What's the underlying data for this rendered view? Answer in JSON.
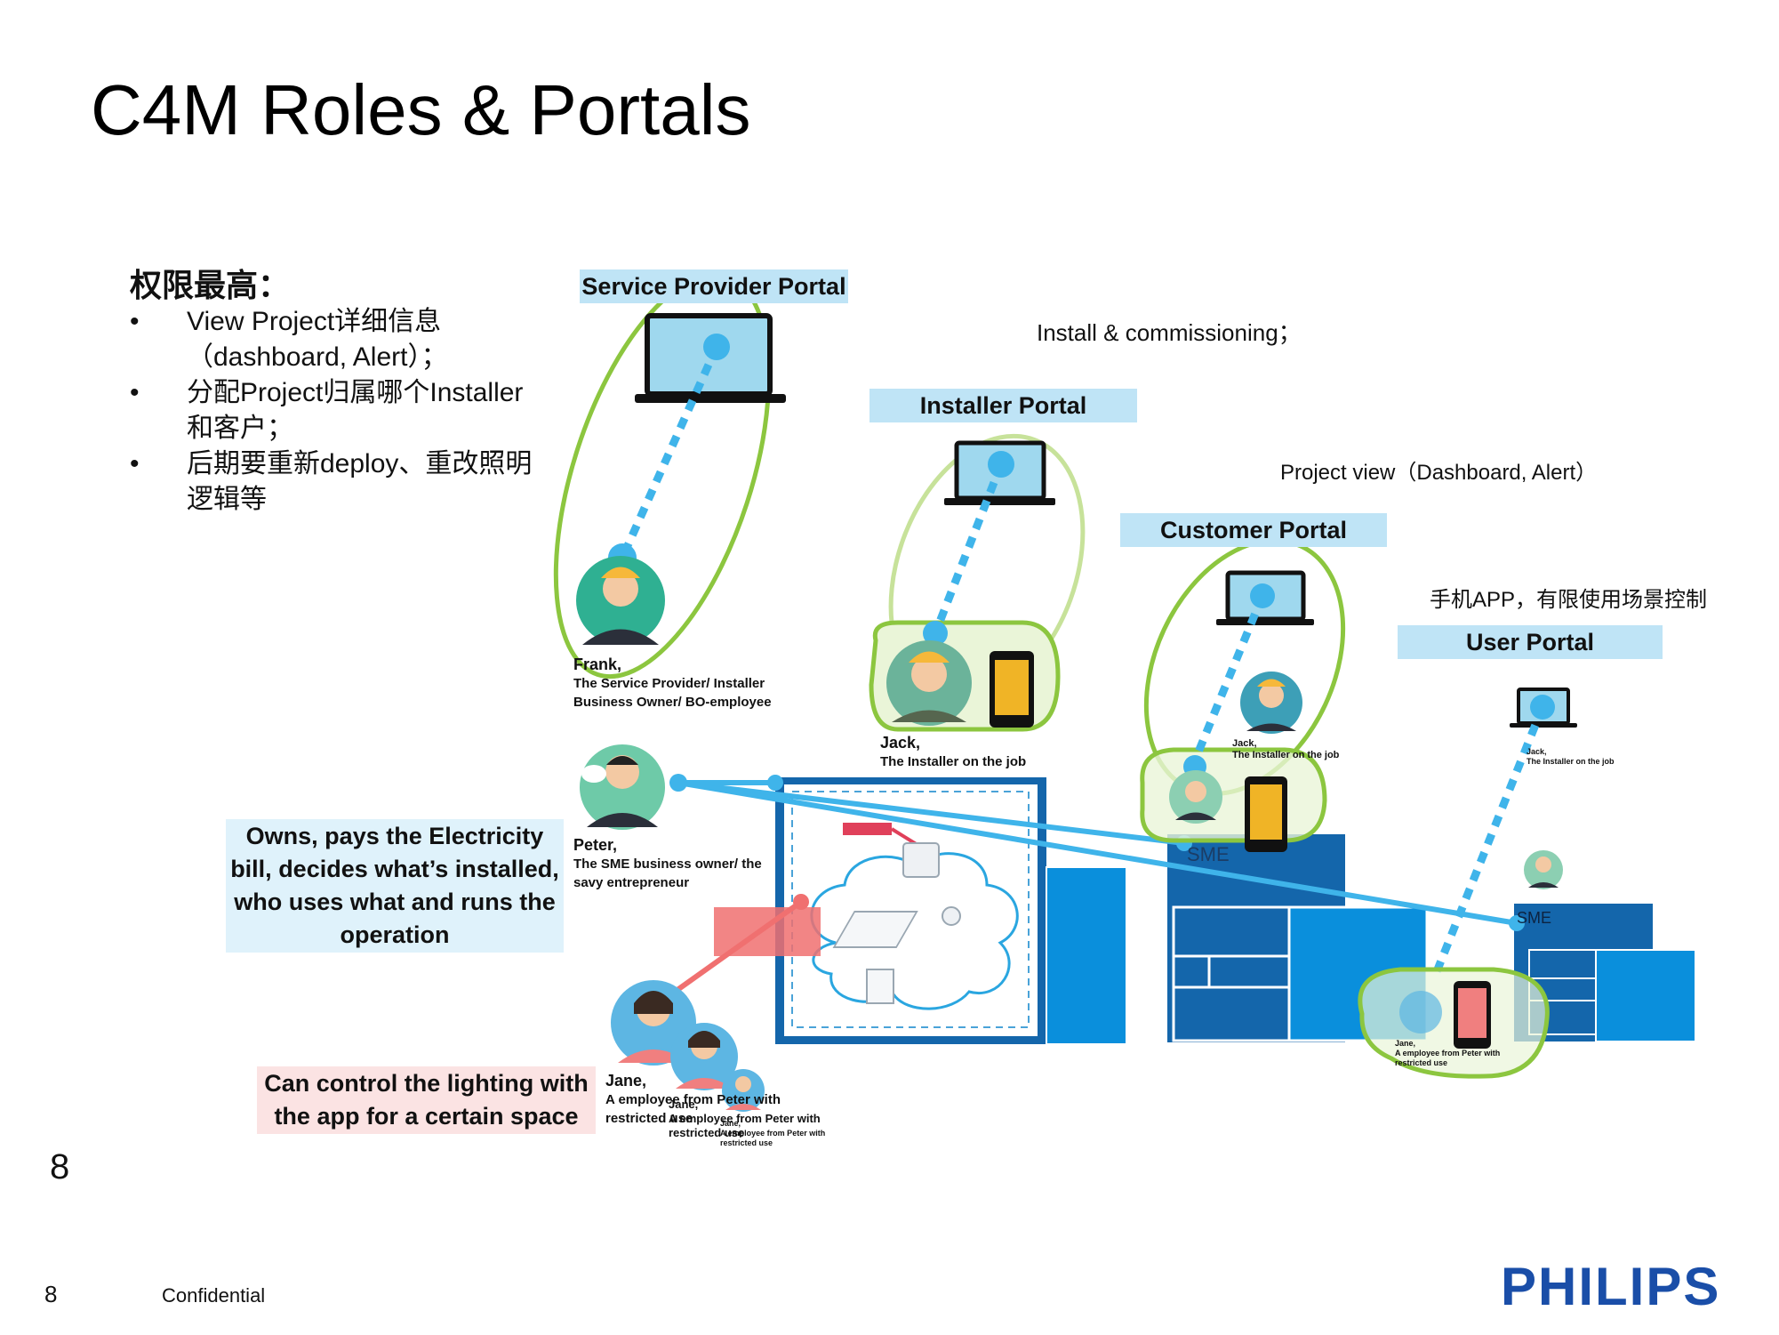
{
  "title": "C4M Roles & Portals",
  "left_panel": {
    "heading": "权限最高：",
    "bullets": [
      {
        "marker": "•",
        "text": "View Project详细信息（dashboard, Alert）；"
      },
      {
        "marker": "•",
        "text": "分配Project归属哪个Installer 和客户；"
      },
      {
        "marker": "•",
        "text": "后期要重新deploy、重改照明逻辑等"
      }
    ]
  },
  "portals": {
    "service_provider": "Service Provider Portal",
    "installer": "Installer Portal",
    "customer": "Customer Portal",
    "user": "User Portal"
  },
  "notes": {
    "install": "Install & commissioning；",
    "project_view": "Project view（Dashboard, Alert）",
    "mobile_app": "手机APP，有限使用场景控制"
  },
  "people": {
    "frank": {
      "name": "Frank,",
      "line1": "The Service Provider/ Installer",
      "line2": "Business Owner/ BO-employee"
    },
    "jack": {
      "name": "Jack,",
      "line1": "The Installer on the job"
    },
    "jack_small": {
      "name": "Jack,",
      "line1": "The Installer on the job"
    },
    "jack_tiny": {
      "name": "Jack,",
      "line1": "The Installer on the job"
    },
    "peter": {
      "name": "Peter,",
      "line1": "The SME business owner/ the",
      "line2": "savy entrepreneur"
    },
    "jane": {
      "name": "Jane,",
      "line1": "A employee from Peter with",
      "line2": "restricted use"
    },
    "jane_2": {
      "name": "Jane,",
      "line1": "A employee from Peter with",
      "line2": "restricted use"
    },
    "jane_3": {
      "name": "Jane,",
      "line1": "A employee from Peter with",
      "line2": "restricted use"
    },
    "jane_user": {
      "name": "Jane,",
      "line1": "A employee from Peter with",
      "line2": "restricted use"
    }
  },
  "building_labels": {
    "sme_customer": "SME",
    "sme_user": "SME"
  },
  "callouts": {
    "owner": "Owns, pays the Electricity bill, decides what’s installed, who uses what and runs the operation",
    "employee": "Can control the lighting with the app for a certain space"
  },
  "page_number": "8",
  "footer": {
    "number": "8",
    "confidential": "Confidential"
  },
  "logo": "PHILIPS",
  "colors": {
    "portal_label_bg": "#bfe4f6",
    "green_outline": "#8cc63f",
    "dotted_link": "#3fb4ea",
    "building_dark": "#1466ab",
    "building_light": "#0a8fdc",
    "red_link": "#f07070",
    "brand_blue": "#1a4ea8"
  },
  "icons": [
    "laptop-icon",
    "phone-icon",
    "router-icon",
    "cloud-icon",
    "wifi-icon",
    "avatar"
  ]
}
